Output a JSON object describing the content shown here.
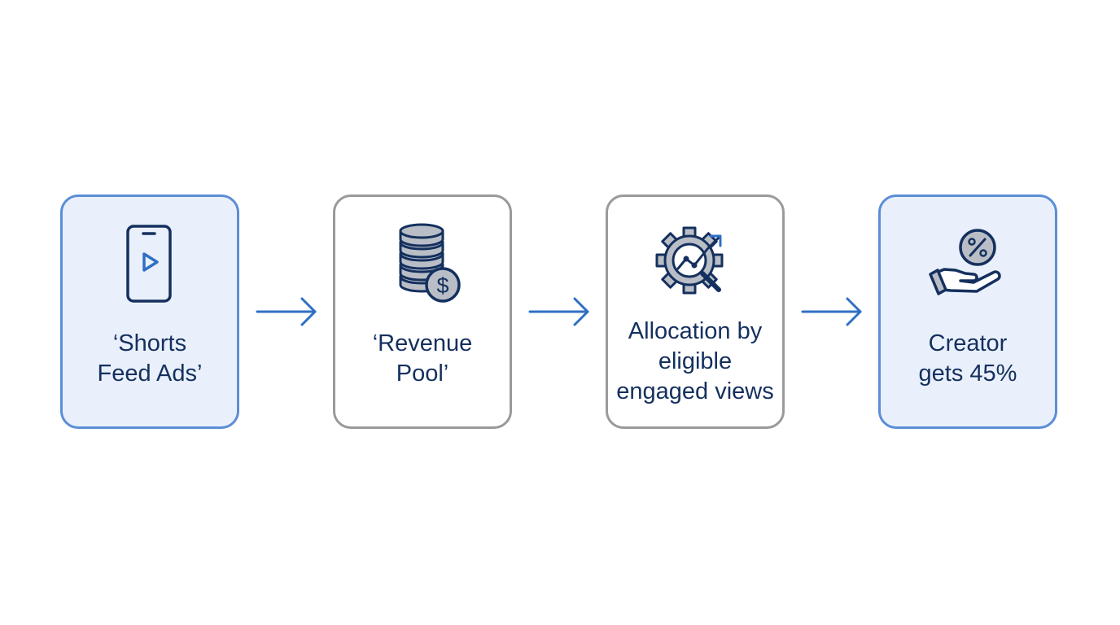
{
  "diagram": {
    "steps": [
      {
        "lines": [
          "‘Shorts",
          "Feed Ads’"
        ],
        "icon": "phone-video-icon"
      },
      {
        "lines": [
          "‘Revenue",
          "Pool’"
        ],
        "icon": "coin-stack-dollar-icon"
      },
      {
        "lines": [
          "Allocation by",
          "eligible",
          "engaged views"
        ],
        "icon": "gear-analytics-magnifier-icon"
      },
      {
        "lines": [
          "Creator",
          "gets 45%"
        ],
        "icon": "hand-percent-coin-icon"
      }
    ],
    "colors": {
      "accent_border": "#5b8ed6",
      "accent_fill": "#eaf0fb",
      "neutral_border": "#9a9a9a",
      "text": "#14305e",
      "arrow": "#2f6fc4"
    }
  }
}
